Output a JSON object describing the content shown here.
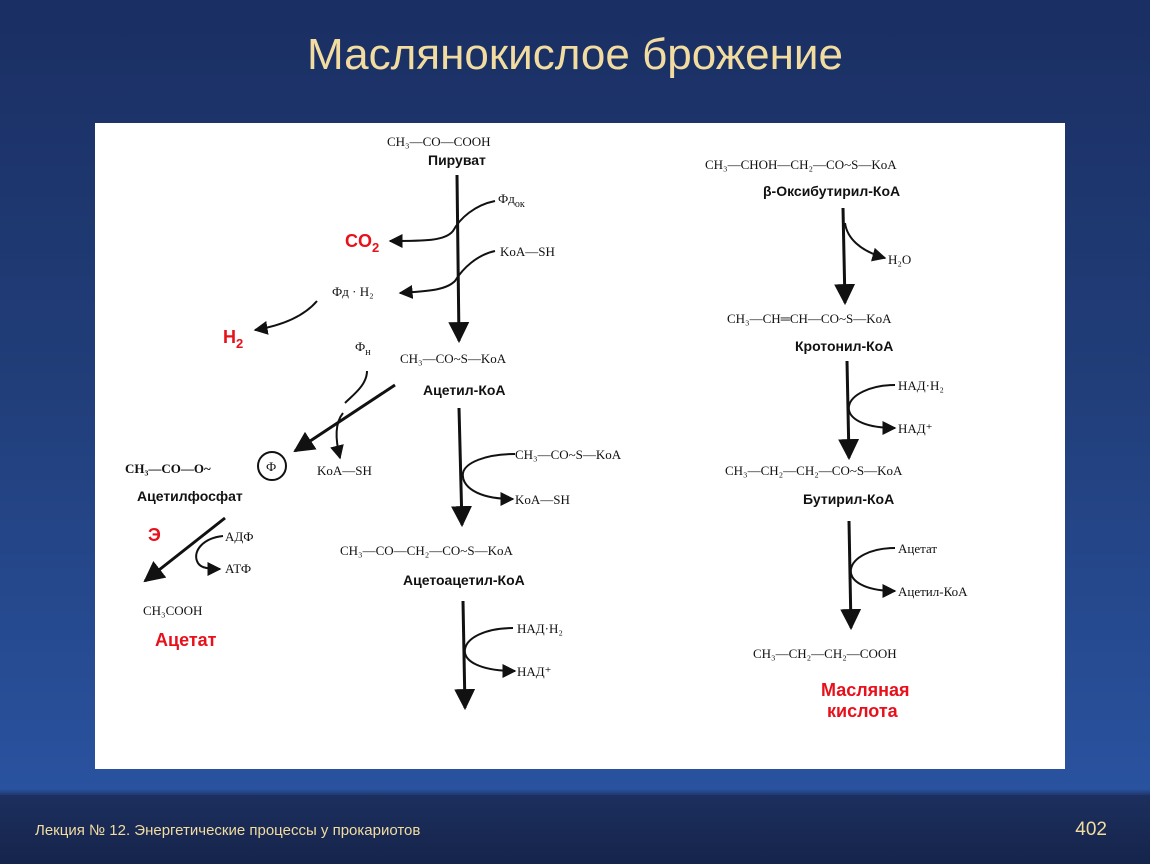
{
  "title": "Маслянокислое брожение",
  "footer": {
    "lecture": "Лекция № 12. Энергетические процессы у прокариотов",
    "page": "402"
  },
  "left": {
    "pyruvate_formula": "CH₃—CO—COOH",
    "pyruvate_label": "Пируват",
    "fd_ox": "Фд",
    "fd_ox_sub": "ок",
    "co2": "CO",
    "co2_sub": "2",
    "koa_sh_1": "KoA—SH",
    "fd_h2": "Фд · H₂",
    "h2": "H",
    "h2_sub": "2",
    "phi_n": "Ф",
    "phi_n_sub": "н",
    "acetyl_koa_formula": "CH₃—CO~S—KoA",
    "acetyl_koa_label": "Ацетил-КоА",
    "acetylphosphate_formula": "CH₃—CO—O~",
    "phi_circle": "Ф",
    "koa_sh_2": "KoA—SH",
    "acetylphosphate_label": "Ацетилфосфат",
    "e": "Э",
    "adp": "АДФ",
    "atp": "АТФ",
    "acetic_formula": "CH₃COOH",
    "acetate_label": "Ацетат",
    "acetyl_koa_in_formula": "CH₃—CO~S—KoA",
    "koa_sh_3": "KoA—SH",
    "acetoacetyl_formula": "CH₃—CO—CH₂—CO~S—KoA",
    "acetoacetyl_label": "Ацетоацетил-КоА",
    "nad_h2_1": "НАД·H₂",
    "nad_plus_1": "НАД⁺"
  },
  "right": {
    "oxybutyryl_formula": "CH₃—CHOH—CH₂—CO~S—KoA",
    "oxybutyryl_label": "β-Оксибутирил-КоА",
    "h2o": "H₂O",
    "crotonyl_formula": "CH₃—CH═CH—CO~S—KoA",
    "crotonyl_label": "Кротонил-КоА",
    "nad_h2_2": "НАД·H₂",
    "nad_plus_2": "НАД⁺",
    "butyryl_formula": "CH₃—CH₂—CH₂—CO~S—KoA",
    "butyryl_label": "Бутирил-КоА",
    "acetate_in": "Ацетат",
    "acetyl_koa_out": "Ацетил-КоА",
    "butyric_formula": "CH₃—CH₂—CH₂—COOH",
    "butyric_label_1": "Масляная",
    "butyric_label_2": "кислота"
  },
  "colors": {
    "title_text": "#f2dca0",
    "highlight_red": "#e8101a",
    "background_top": "#1a2f63",
    "background_bottom": "#2b56a6"
  }
}
